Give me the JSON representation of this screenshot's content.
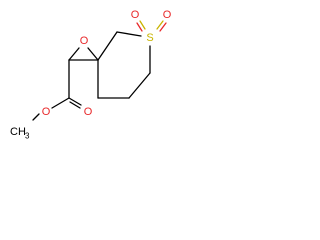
{
  "molecule": {
    "atoms": {
      "epoxide_oxygen": "O",
      "sulfur": "S",
      "sulfonyl_oxygen_left": "O",
      "sulfonyl_oxygen_right": "O",
      "carbonyl_oxygen": "O",
      "ester_oxygen": "O",
      "methyl": "CH",
      "methyl_subscript": "3"
    },
    "colors": {
      "oxygen": "#e8282a",
      "sulfur": "#c9b400",
      "bond": "#000000",
      "background": "#ffffff"
    }
  }
}
